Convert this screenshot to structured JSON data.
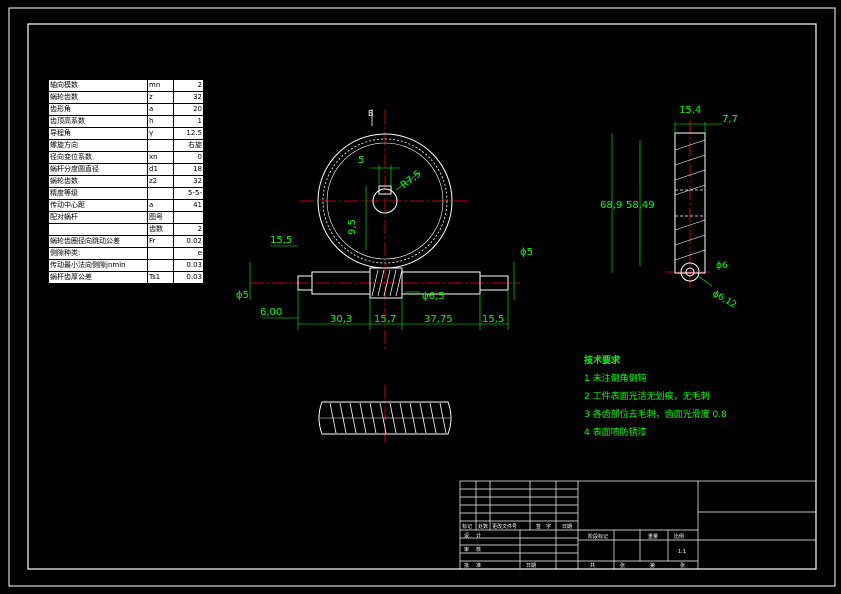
{
  "drawing": {
    "section_marker": "B",
    "front_view": {
      "keyway_width": "5",
      "keyway_radius": "R7,5",
      "keyway_depth": "9,5",
      "dim_shaft_left_len": "15,5",
      "dim_shaft_left_dia": "ϕ5",
      "dim_left_offset": "6,00",
      "dim_segment_1": "30,3",
      "dim_segment_2": "15,7",
      "dim_segment_3": "37,75",
      "dim_segment_4": "15,5",
      "dim_worm_dia": "ϕ6,5",
      "dim_shaft_right_dia": "ϕ5"
    },
    "side_view": {
      "dim_width": "15,4",
      "dim_hub": "7,7",
      "dim_outer": "68,9",
      "dim_pitch": "58,49",
      "dim_bore": "ϕ6",
      "dim_bore2": "ϕ6,12"
    }
  },
  "parameters": {
    "rows": [
      {
        "label": "轴向模数",
        "symbol": "mn",
        "value": "2"
      },
      {
        "label": "蜗轮齿数",
        "symbol": "z",
        "value": "32"
      },
      {
        "label": "齿形角",
        "symbol": "a",
        "value": "20"
      },
      {
        "label": "齿顶高系数",
        "symbol": "h",
        "value": "1"
      },
      {
        "label": "导程角",
        "symbol": "γ",
        "value": "12.5"
      },
      {
        "label": "螺旋方向",
        "symbol": "",
        "value": "右旋"
      },
      {
        "label": "径向变位系数",
        "symbol": "xn",
        "value": "0"
      },
      {
        "label": "蜗杆分度圆直径",
        "symbol": "d1",
        "value": "18"
      },
      {
        "label": "蜗轮齿数",
        "symbol": "z2",
        "value": "32"
      },
      {
        "label": "精度等级",
        "symbol": "",
        "value": "5-5-"
      },
      {
        "label": "传动中心距",
        "symbol": "a",
        "value": "41"
      },
      {
        "label": "配对蜗杆",
        "symbol": "图号",
        "value": ""
      },
      {
        "label": "",
        "symbol": "齿数",
        "value": "2"
      },
      {
        "label": "蜗轮齿圈径向跳动公差",
        "symbol": "Fr",
        "value": "0.02"
      },
      {
        "label": "侧隙种类:",
        "symbol": "",
        "value": "e"
      },
      {
        "label": "传动最小法向侧隙jnmin",
        "symbol": "",
        "value": "0.03"
      },
      {
        "label": "蜗杆齿厚公差",
        "symbol": "Ts1",
        "value": "0.03"
      }
    ]
  },
  "notes": {
    "title": "技术要求",
    "items": [
      "1 未注倒角倒钝",
      "2 工件表面光洁无划痕，无毛刺",
      "3 各齿部位去毛刺，齿面光滑度 0.8",
      "4 表面喷防锈漆"
    ]
  },
  "title_block": {
    "labels": [
      "标记",
      "处数",
      "更改文件号",
      "签",
      "字",
      "日期",
      "设",
      "计",
      "阶段标记",
      "重量",
      "比例",
      "审",
      "核",
      "批",
      "准",
      "共",
      "张",
      "第",
      "张",
      "日期"
    ],
    "scale": "1:1"
  },
  "colors": {
    "line": "#ffffff",
    "dim": "#00ff00",
    "center": "#ff0000",
    "bg": "#000000"
  }
}
